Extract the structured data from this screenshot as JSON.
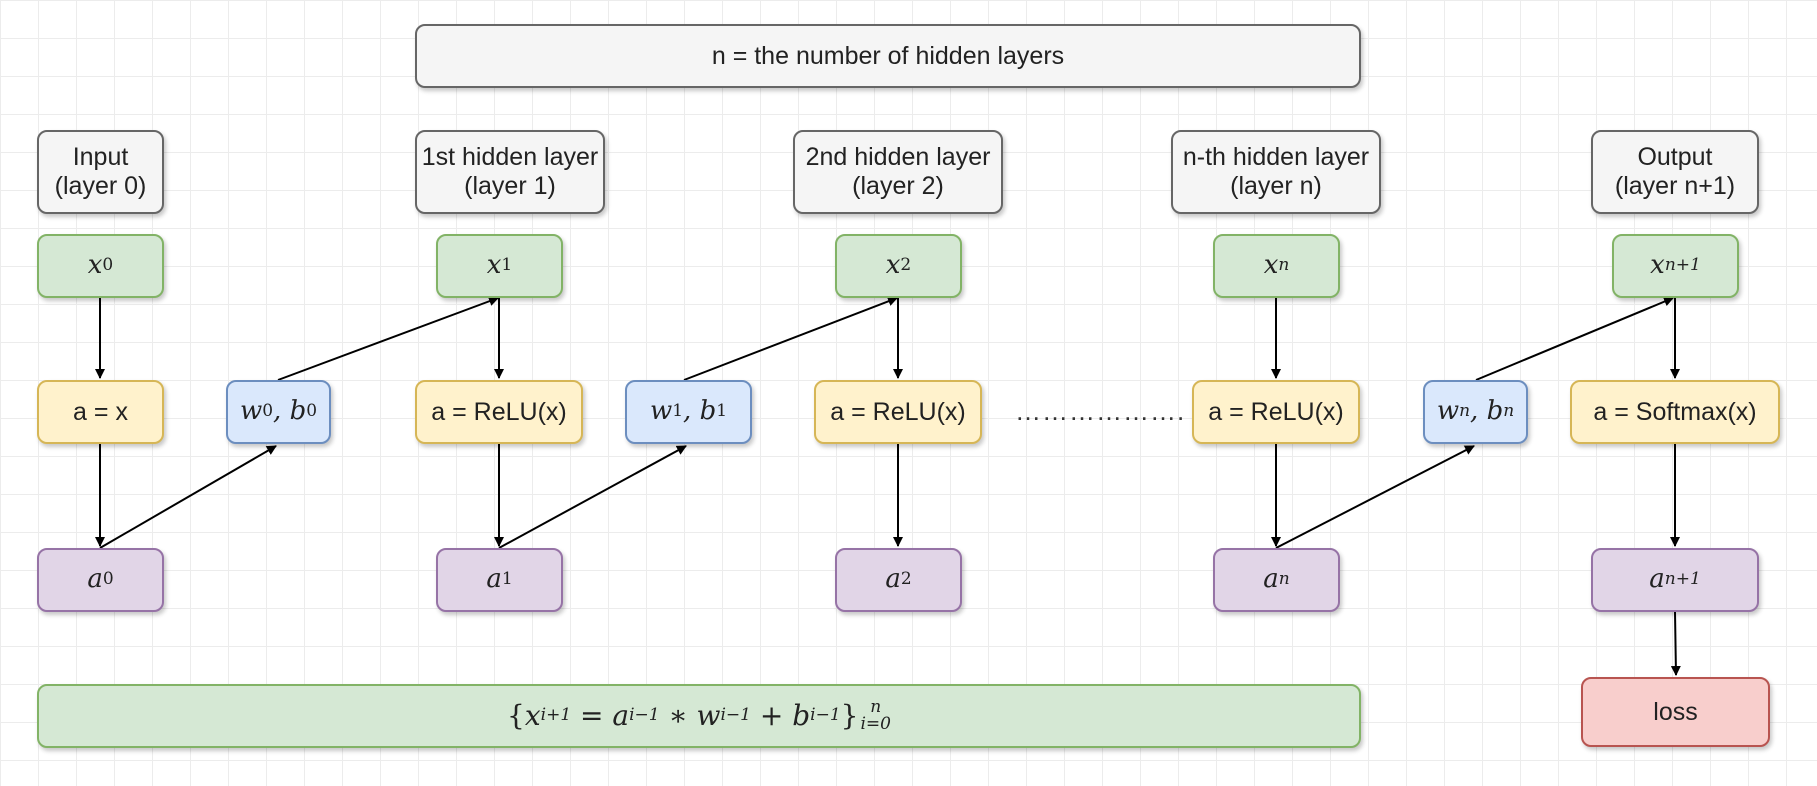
{
  "title_box": "n = the number of hidden layers",
  "layers": [
    {
      "header": "Input\n(layer 0)",
      "x": {
        "base": "x",
        "sub": "0"
      },
      "activation": "a = x",
      "a": {
        "base": "a",
        "sub": "0"
      }
    },
    {
      "header": "1st hidden layer\n(layer 1)",
      "x": {
        "base": "x",
        "sub": "1"
      },
      "activation": "a = ReLU(x)",
      "a": {
        "base": "a",
        "sub": "1"
      }
    },
    {
      "header": "2nd hidden layer\n(layer 2)",
      "x": {
        "base": "x",
        "sub": "2"
      },
      "activation": "a = ReLU(x)",
      "a": {
        "base": "a",
        "sub": "2"
      }
    },
    {
      "header": "n-th hidden layer\n(layer n)",
      "x": {
        "base": "x",
        "sub": "n"
      },
      "activation": "a = ReLU(x)",
      "a": {
        "base": "a",
        "sub": "n"
      }
    },
    {
      "header": "Output\n(layer n+1)",
      "x": {
        "base": "x",
        "sub": "n+1"
      },
      "activation": "a = Softmax(x)",
      "a": {
        "base": "a",
        "sub": "n+1"
      }
    }
  ],
  "weights": [
    {
      "w": "w",
      "w_sub": "0",
      "b": "b",
      "b_sub": "0"
    },
    {
      "w": "w",
      "w_sub": "1",
      "b": "b",
      "b_sub": "1"
    },
    {
      "w": "w",
      "w_sub": "n",
      "b": "b",
      "b_sub": "n"
    }
  ],
  "ellipsis": "……………….",
  "loss": "loss",
  "formula": {
    "lbrace": "{",
    "x": "x",
    "x_sub": "i+1",
    "eq": " = ",
    "a": "a",
    "a_sub": "i−1",
    "mul": " ∗ ",
    "w": "w",
    "w_sub": "i−1",
    "plus": " + ",
    "b": "b",
    "b_sub": "i−1",
    "rbrace": "}",
    "sup": "n",
    "sub": "i=0"
  },
  "colors": {
    "header": "#f5f5f5",
    "x_node": "#d5e8d4",
    "activation": "#fff2cc",
    "weights": "#dae8fc",
    "a_node": "#e1d5e7",
    "loss": "#f8cecc"
  }
}
